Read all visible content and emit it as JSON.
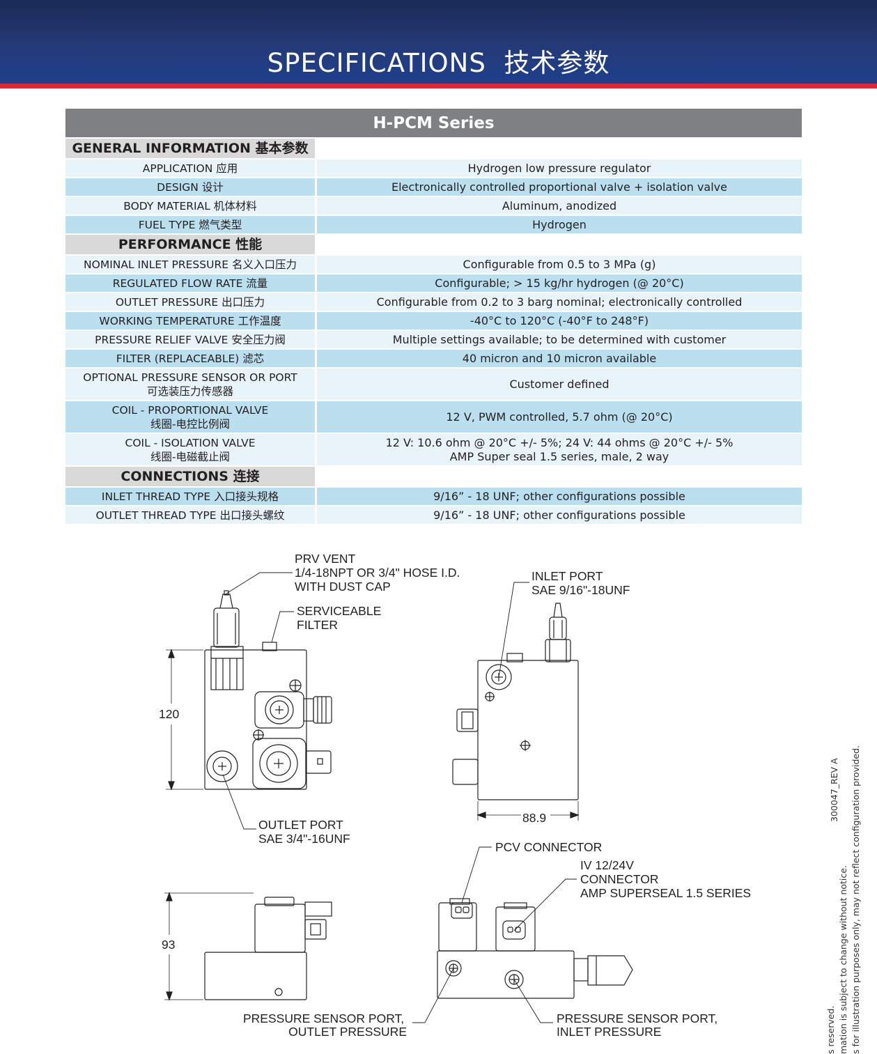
{
  "header": {
    "title": "SPECIFICATIONS  技术参数"
  },
  "table": {
    "series_title": "H-PCM Series",
    "sections": [
      {
        "title": "GENERAL INFORMATION 基本参数",
        "rows": [
          {
            "label": [
              "APPLICATION 应用"
            ],
            "value": [
              "Hydrogen low pressure regulator"
            ]
          },
          {
            "label": [
              "DESIGN 设计"
            ],
            "value": [
              "Electronically controlled proportional valve + isolation valve"
            ]
          },
          {
            "label": [
              "BODY MATERIAL 机体材料"
            ],
            "value": [
              "Aluminum, anodized"
            ]
          },
          {
            "label": [
              "FUEL TYPE 燃气类型"
            ],
            "value": [
              "Hydrogen"
            ]
          }
        ]
      },
      {
        "title": "PERFORMANCE 性能",
        "rows": [
          {
            "label": [
              "NOMINAL INLET PRESSURE 名义入口压力"
            ],
            "value": [
              "Configurable from 0.5 to 3 MPa (g)"
            ]
          },
          {
            "label": [
              "REGULATED FLOW RATE 流量"
            ],
            "value": [
              "Configurable; > 15 kg/hr hydrogen (@ 20°C)"
            ]
          },
          {
            "label": [
              "OUTLET PRESSURE 出口压力"
            ],
            "value": [
              "Configurable from 0.2 to 3 barg nominal; electronically controlled"
            ]
          },
          {
            "label": [
              "WORKING TEMPERATURE 工作温度"
            ],
            "value": [
              "-40°C to 120°C (-40°F to 248°F)"
            ]
          },
          {
            "label": [
              "PRESSURE RELIEF VALVE 安全压力阀"
            ],
            "value": [
              "Multiple settings available; to be determined with customer"
            ]
          },
          {
            "label": [
              "FILTER (REPLACEABLE) 滤芯"
            ],
            "value": [
              "40 micron and 10 micron available"
            ]
          },
          {
            "label": [
              "OPTIONAL PRESSURE SENSOR OR PORT",
              "可选装压力传感器"
            ],
            "value": [
              "Customer defined"
            ]
          },
          {
            "label": [
              "COIL - PROPORTIONAL VALVE",
              "线圈-电控比例阀"
            ],
            "value": [
              "12 V, PWM controlled, 5.7 ohm (@ 20°C)"
            ]
          },
          {
            "label": [
              "COIL - ISOLATION VALVE",
              "线圈-电磁截止阀"
            ],
            "value": [
              "12 V: 10.6 ohm @ 20°C +/- 5%; 24 V: 44 ohms @ 20°C +/- 5%",
              "AMP Super seal 1.5 series, male, 2 way"
            ]
          }
        ]
      },
      {
        "title": "CONNECTIONS 连接",
        "rows": [
          {
            "label": [
              "INLET THREAD TYPE 入口接头规格"
            ],
            "value": [
              "9/16” - 18 UNF; other configurations possible"
            ]
          },
          {
            "label": [
              "OUTLET THREAD TYPE 出口接头螺纹"
            ],
            "value": [
              "9/16” - 18 UNF; other configurations possible"
            ]
          }
        ]
      }
    ]
  },
  "drawing": {
    "callouts": {
      "prv_vent": [
        "PRV VENT",
        "1/4-18NPT OR 3/4\" HOSE I.D.",
        "WITH DUST CAP"
      ],
      "serviceable_filter": [
        "SERVICEABLE",
        "FILTER"
      ],
      "inlet_port": [
        "INLET PORT",
        "SAE 9/16\"-18UNF"
      ],
      "outlet_port": [
        "OUTLET PORT",
        "SAE 3/4\"-16UNF"
      ],
      "pcv_connector": [
        "PCV CONNECTOR"
      ],
      "iv_connector": [
        "IV 12/24V",
        "CONNECTOR",
        "AMP SUPERSEAL 1.5 SERIES"
      ],
      "pressure_sensor_outlet": [
        "PRESSURE SENSOR PORT,",
        "OUTLET PRESSURE"
      ],
      "pressure_sensor_inlet": [
        "PRESSURE SENSOR PORT,",
        "INLET PRESSURE"
      ]
    },
    "dimensions": {
      "height_front": "120",
      "width_side": "88.9",
      "height_bottom": "93"
    }
  },
  "side_notes": {
    "doc_ref": "300047_REV A",
    "disclaimer": [
      "s reserved.",
      "mation is subject to change without notice.",
      "s for illustration purposes only, may not reflect configuration provided."
    ]
  }
}
